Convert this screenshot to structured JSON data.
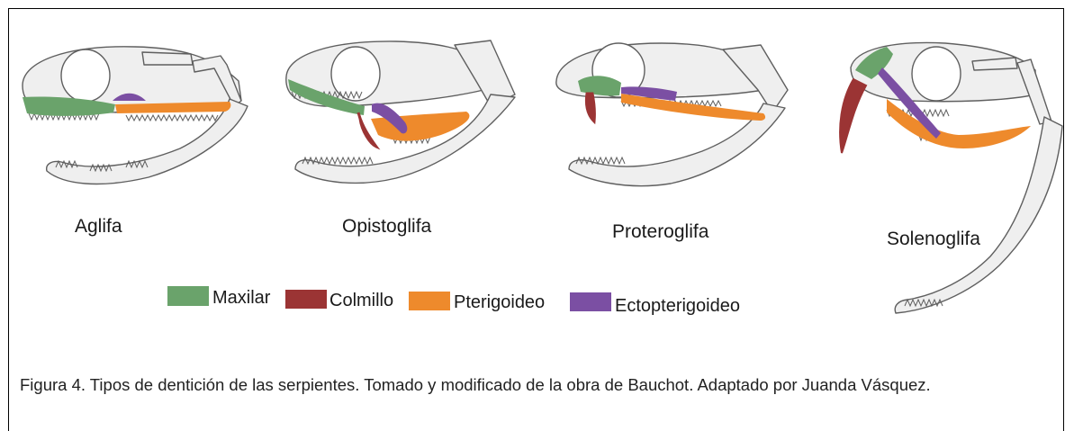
{
  "diagram": {
    "types": [
      {
        "id": "aglifa",
        "label": "Aglifa"
      },
      {
        "id": "opistoglifa",
        "label": "Opistoglifa"
      },
      {
        "id": "proteroglifa",
        "label": "Proteroglifa"
      },
      {
        "id": "solenoglifa",
        "label": "Solenoglifa"
      }
    ],
    "legend": [
      {
        "label": "Maxilar",
        "color": "#6aa36b"
      },
      {
        "label": "Colmillo",
        "color": "#9b3434"
      },
      {
        "label": "Pterigoideo",
        "color": "#ee8a2c"
      },
      {
        "label": "Ectopterigoideo",
        "color": "#7b4fa3"
      }
    ]
  },
  "caption": "Figura 4. Tipos de dentición de las serpientes. Tomado y modificado de la obra de Bauchot. Adaptado por Juanda Vásquez."
}
